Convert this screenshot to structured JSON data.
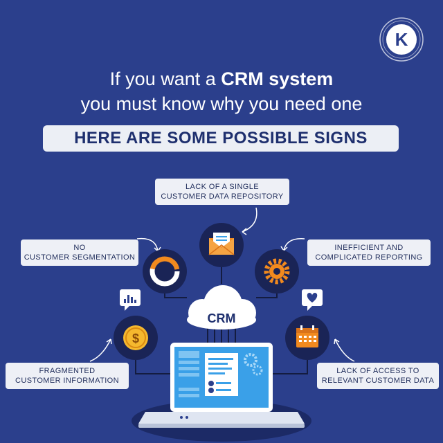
{
  "headline": {
    "line1_prefix": "If you want a ",
    "line1_bold": "CRM system",
    "line2": "you must know why you need one"
  },
  "banner": "HERE ARE SOME POSSIBLE SIGNS",
  "signs": {
    "top": [
      "LACK OF A SINGLE",
      "CUSTOMER DATA REPOSITORY"
    ],
    "left_upper": [
      "NO",
      "CUSTOMER SEGMENTATION"
    ],
    "right_upper": [
      "INEFFICIENT AND",
      "COMPLICATED REPORTING"
    ],
    "left_lower": [
      "FRAGMENTED",
      "CUSTOMER INFORMATION"
    ],
    "right_lower": [
      "LACK OF ACCESS TO",
      "RELEVANT CUSTOMER DATA"
    ]
  },
  "cloud_label": "CRM",
  "logo_letter": "K",
  "colors": {
    "background": "#2b3f8c",
    "accent_orange": "#f28a1e",
    "dark_circle": "#1a2456",
    "screen_blue": "#3aa0e8"
  },
  "icons": [
    "logo-k-icon",
    "envelope-icon",
    "donut-chart-icon",
    "gear-icon",
    "dollar-coin-icon",
    "calendar-icon",
    "bar-chart-bubble-icon",
    "heart-bubble-icon",
    "cloud-icon",
    "laptop-icon"
  ]
}
